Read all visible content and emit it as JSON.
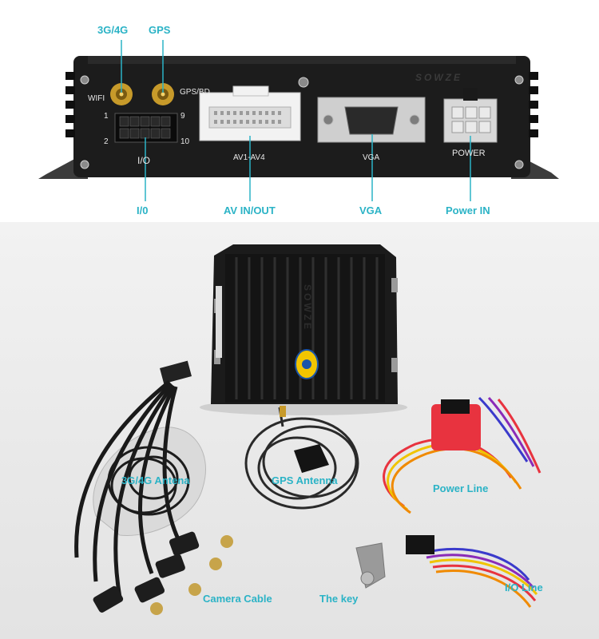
{
  "top_labels": {
    "antenna_3g4g": "3G/4G",
    "antenna_gps": "GPS",
    "io": "I/0",
    "av_inout": "AV IN/OUT",
    "vga": "VGA",
    "power_in": "Power IN"
  },
  "panel_labels": {
    "wifi": "WIFI",
    "gps_bd": "GPS/BD",
    "pin_1": "1",
    "pin_2": "2",
    "pin_9": "9",
    "pin_10": "10",
    "io": "I/O",
    "av": "AV1-AV4",
    "vga": "VGA",
    "power": "POWER",
    "brand": "SOWZE"
  },
  "bottom_labels": {
    "antenna_3g4g": "3G/4G Antena",
    "gps_antenna": "GPS Antenna",
    "power_line": "Power Line",
    "camera_cable": "Camera Cable",
    "the_key": "The key",
    "io_line": "I/O Line"
  },
  "colors": {
    "accent": "#2bb3c6",
    "device_body": "#1b1b1b",
    "fuse_holder": "#e8333f"
  }
}
